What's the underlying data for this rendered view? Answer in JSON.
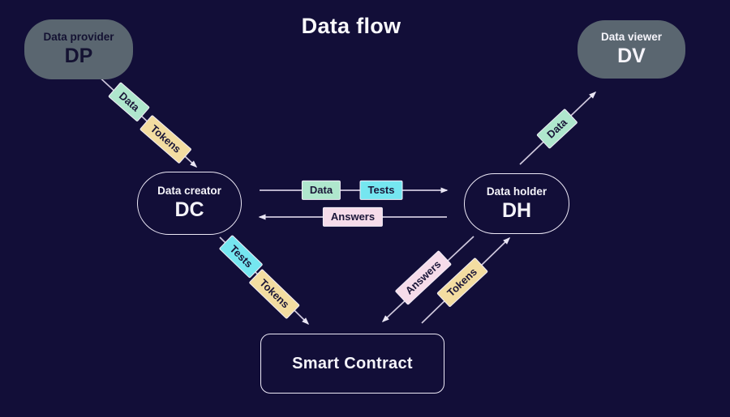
{
  "title": "Data flow",
  "nodes": {
    "data_provider": {
      "label": "Data provider",
      "abbr": "DP"
    },
    "data_viewer": {
      "label": "Data viewer",
      "abbr": "DV"
    },
    "data_creator": {
      "label": "Data creator",
      "abbr": "DC"
    },
    "data_holder": {
      "label": "Data holder",
      "abbr": "DH"
    },
    "smart_contract": {
      "label": "Smart Contract"
    }
  },
  "edge_labels": {
    "dp_dc_data": "Data",
    "dp_dc_tokens": "Tokens",
    "dc_dh_data": "Data",
    "dc_dh_tests": "Tests",
    "dh_dc_answers": "Answers",
    "dc_sc_tests": "Tests",
    "dc_sc_tokens": "Tokens",
    "dh_sc_answers": "Answers",
    "sc_dh_tokens": "Tokens",
    "dh_dv_data": "Data"
  },
  "colors": {
    "background": "#120e38",
    "node_gray": "#5a6670",
    "line": "#cfc8dd",
    "mint": "#afe7cd",
    "cyan": "#75e6f0",
    "pink": "#f6dcea",
    "tan": "#f3dda1",
    "dark_text": "#1a1638",
    "light_text": "#f5f4fa"
  }
}
